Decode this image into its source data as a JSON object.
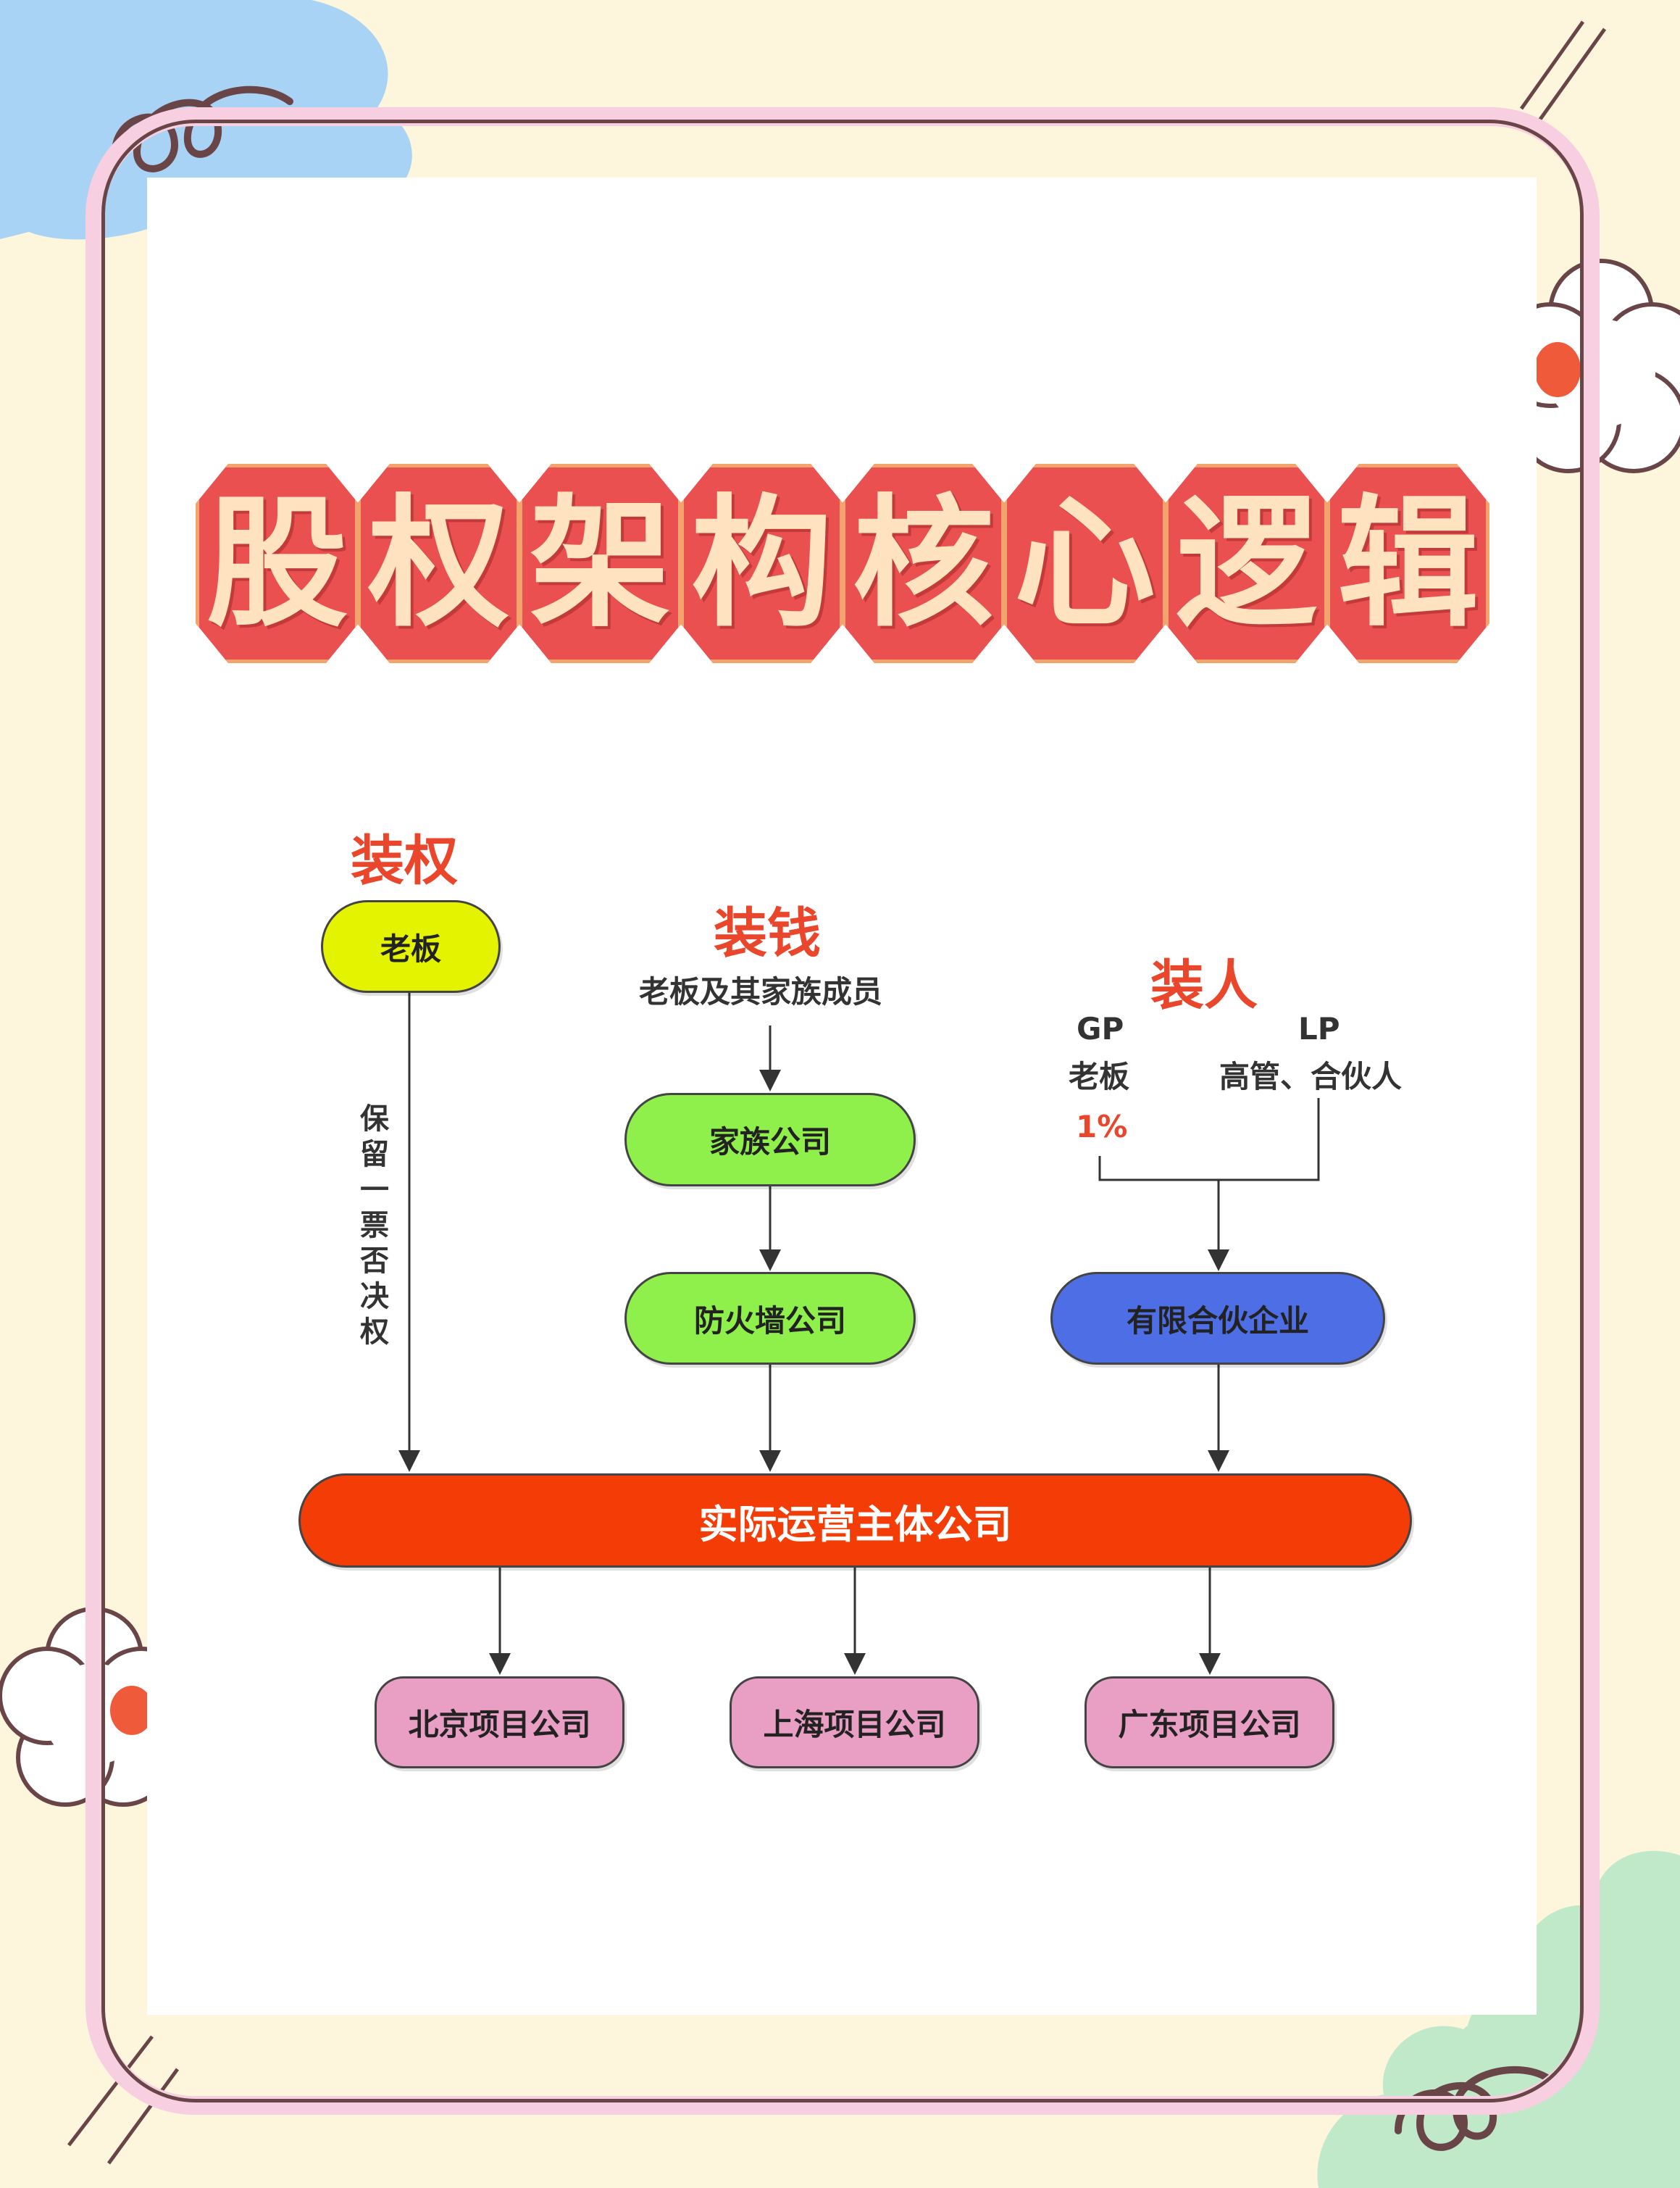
{
  "title": {
    "chars": [
      "股",
      "权",
      "架",
      "构",
      "核",
      "心",
      "逻",
      "辑"
    ]
  },
  "columns": {
    "equity": {
      "heading": "装权",
      "top_node": "老板",
      "edge_note": [
        "保",
        "留",
        "一",
        "票",
        "否",
        "决",
        "权"
      ]
    },
    "money": {
      "heading": "装钱",
      "source": "老板及其家族成员",
      "node_family": "家族公司",
      "node_firewall": "防火墙公司"
    },
    "people": {
      "heading": "装人",
      "gp_label": "GP",
      "gp_holder": "老板",
      "gp_share": "1%",
      "lp_label": "LP",
      "lp_holder": "高管、合伙人",
      "node": "有限合伙企业"
    }
  },
  "main_entity": "实际运营主体公司",
  "projects": [
    "北京项目公司",
    "上海项目公司",
    "广东项目公司"
  ],
  "colors": {
    "title_fill": "#e9504f",
    "title_text": "#ffe3c0",
    "heading": "#e9462b",
    "boss_node": "#e4f300",
    "green_node": "#8ff04b",
    "blue_node": "#4e6ee6",
    "main_bar": "#f43c06",
    "project_node": "#e99ec4"
  }
}
